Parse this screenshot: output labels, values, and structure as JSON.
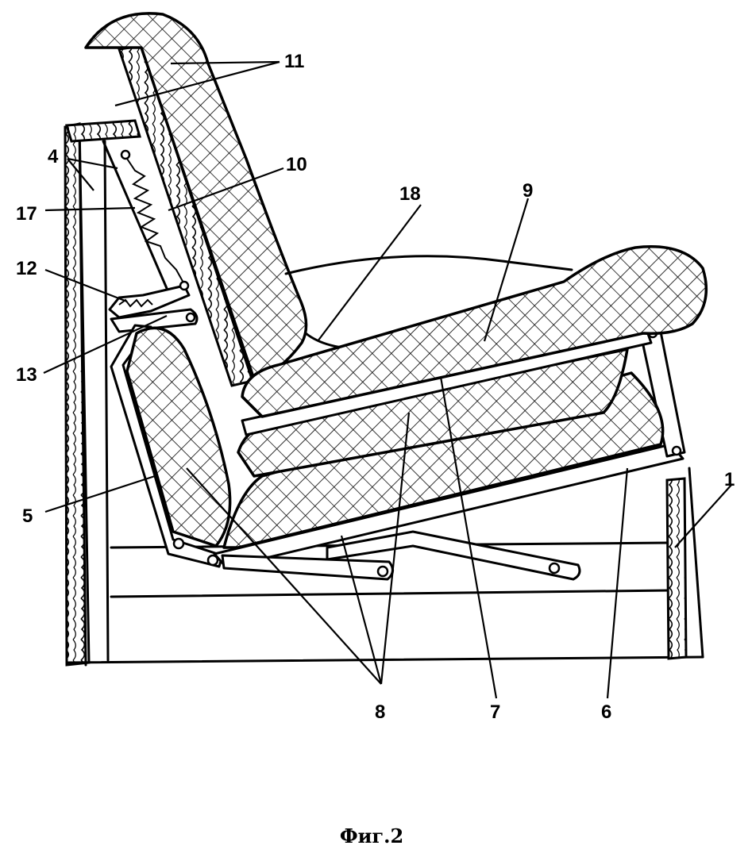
{
  "labels": {
    "l1": "1",
    "l4": "4",
    "l5": "5",
    "l6": "6",
    "l7": "7",
    "l8": "8",
    "l9": "9",
    "l10": "10",
    "l11": "11",
    "l12": "12",
    "l13": "13",
    "l17": "17",
    "l18": "18"
  },
  "caption": "Фиг.2"
}
